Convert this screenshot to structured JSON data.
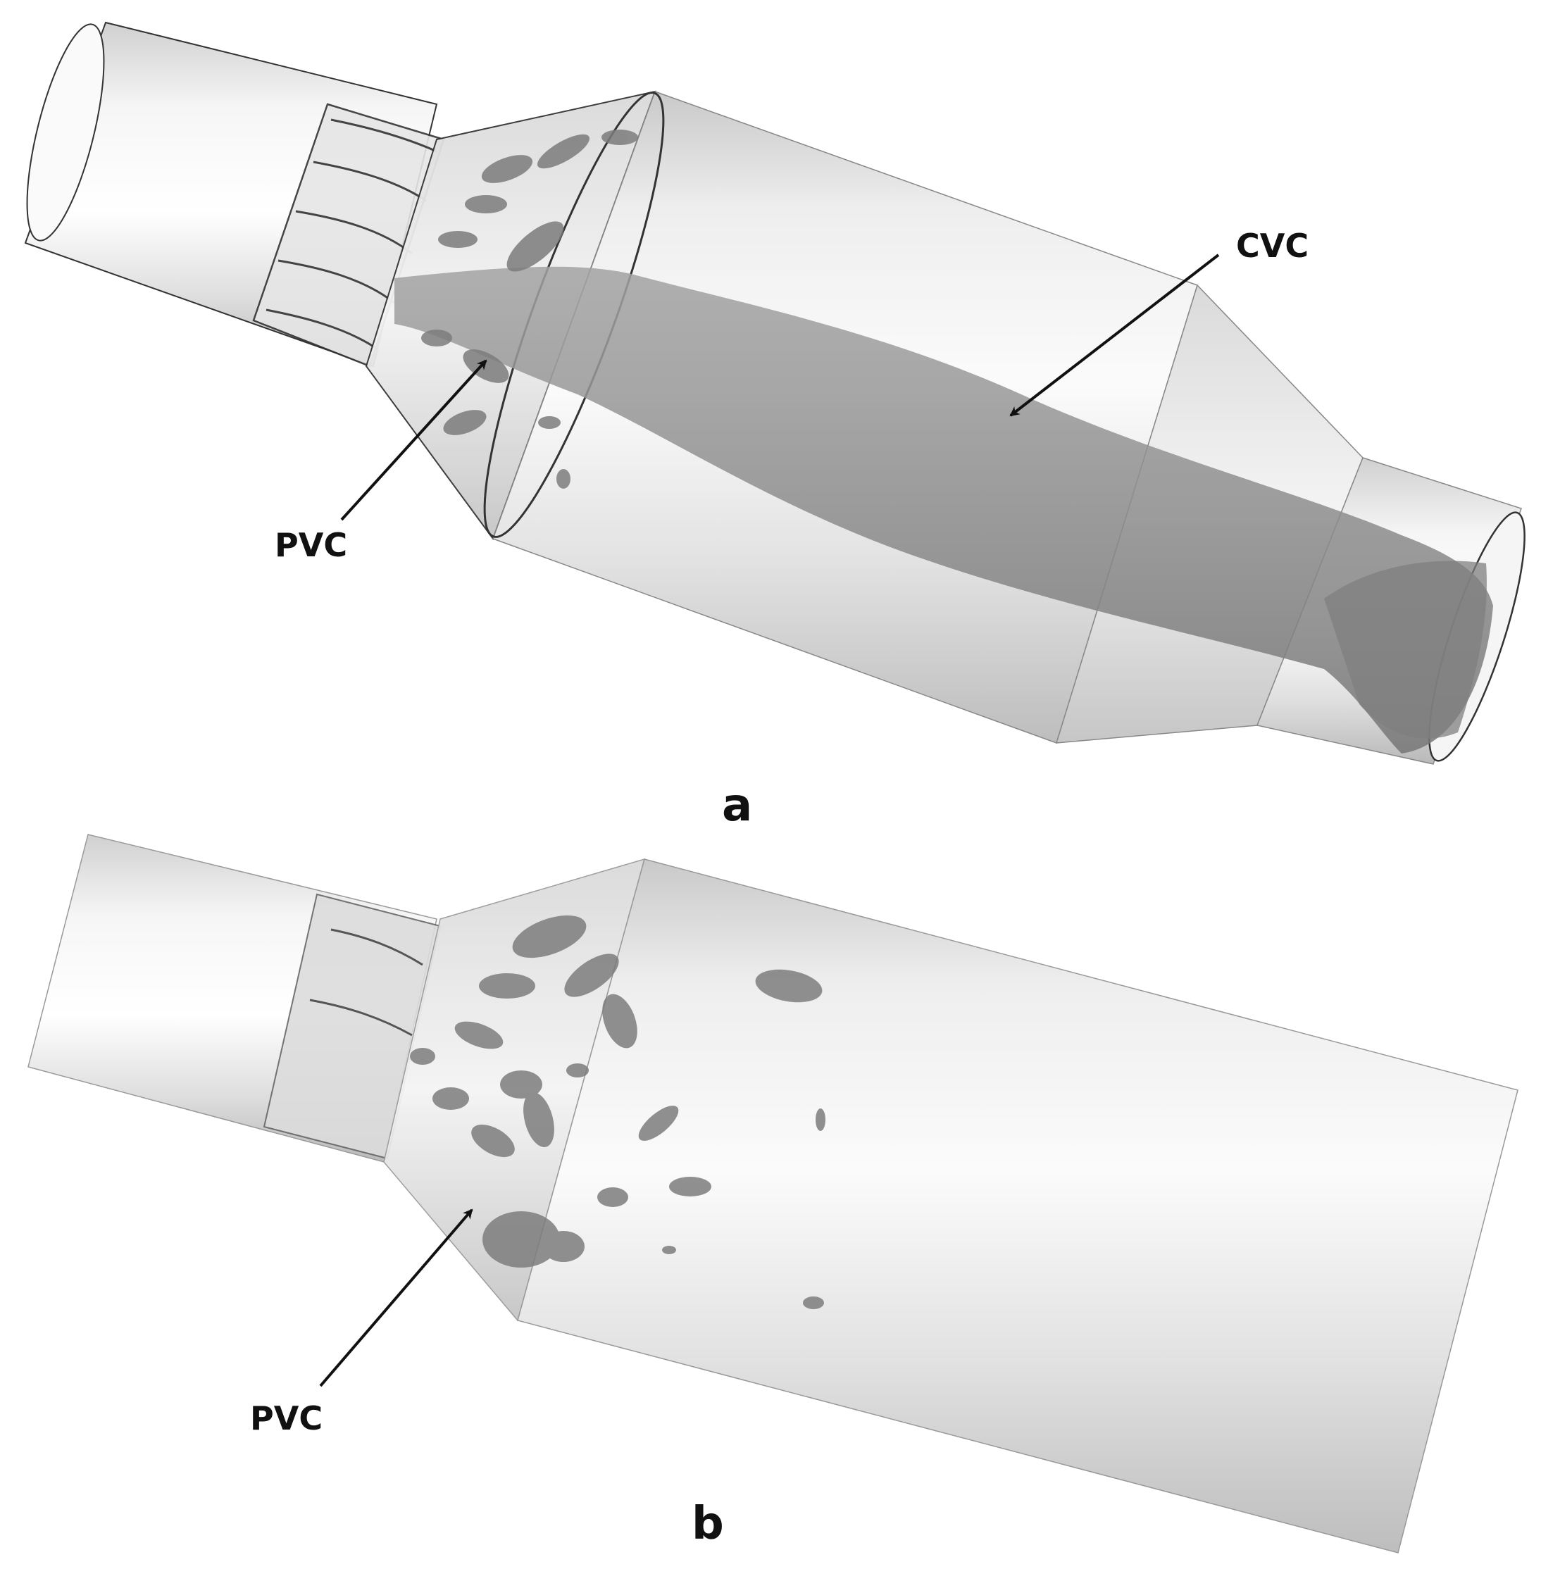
{
  "figure": {
    "panel_a": {
      "label": "a",
      "callouts": [
        {
          "id": "pvc",
          "text": "PVC"
        },
        {
          "id": "cvc",
          "text": "CVC"
        }
      ]
    },
    "panel_b": {
      "label": "b",
      "callouts": [
        {
          "id": "pvc",
          "text": "PVC"
        }
      ]
    }
  },
  "colors": {
    "background": "#ffffff",
    "shell_light": "#f4f4f4",
    "shell_dark": "#c2c2c2",
    "outline": "#333333",
    "vortex": "#8f8f8f",
    "vortex_dark": "#6e6e6e",
    "arrow": "#111111"
  }
}
